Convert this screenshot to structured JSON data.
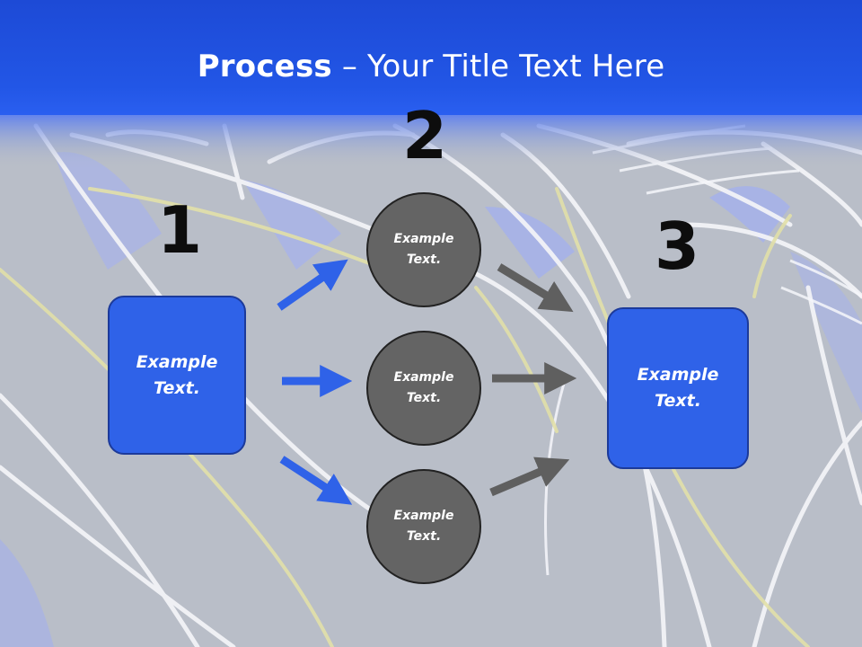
{
  "slide": {
    "title_bold": "Process",
    "title_rest": " – Your Title Text Here"
  },
  "steps": {
    "step1_number": "1",
    "step2_number": "2",
    "step3_number": "3"
  },
  "nodes": {
    "start_box": "Example Text.",
    "circle_top": "Example Text.",
    "circle_middle": "Example Text.",
    "circle_bottom": "Example Text.",
    "end_box": "Example Text."
  },
  "colors": {
    "header_blue": "#1a4fe0",
    "box_blue": "#2f62e8",
    "circle_gray": "#646464",
    "arrow_blue": "#2f62e8",
    "arrow_gray": "#5f5f5f",
    "road_gray": "#b7bcc6"
  }
}
